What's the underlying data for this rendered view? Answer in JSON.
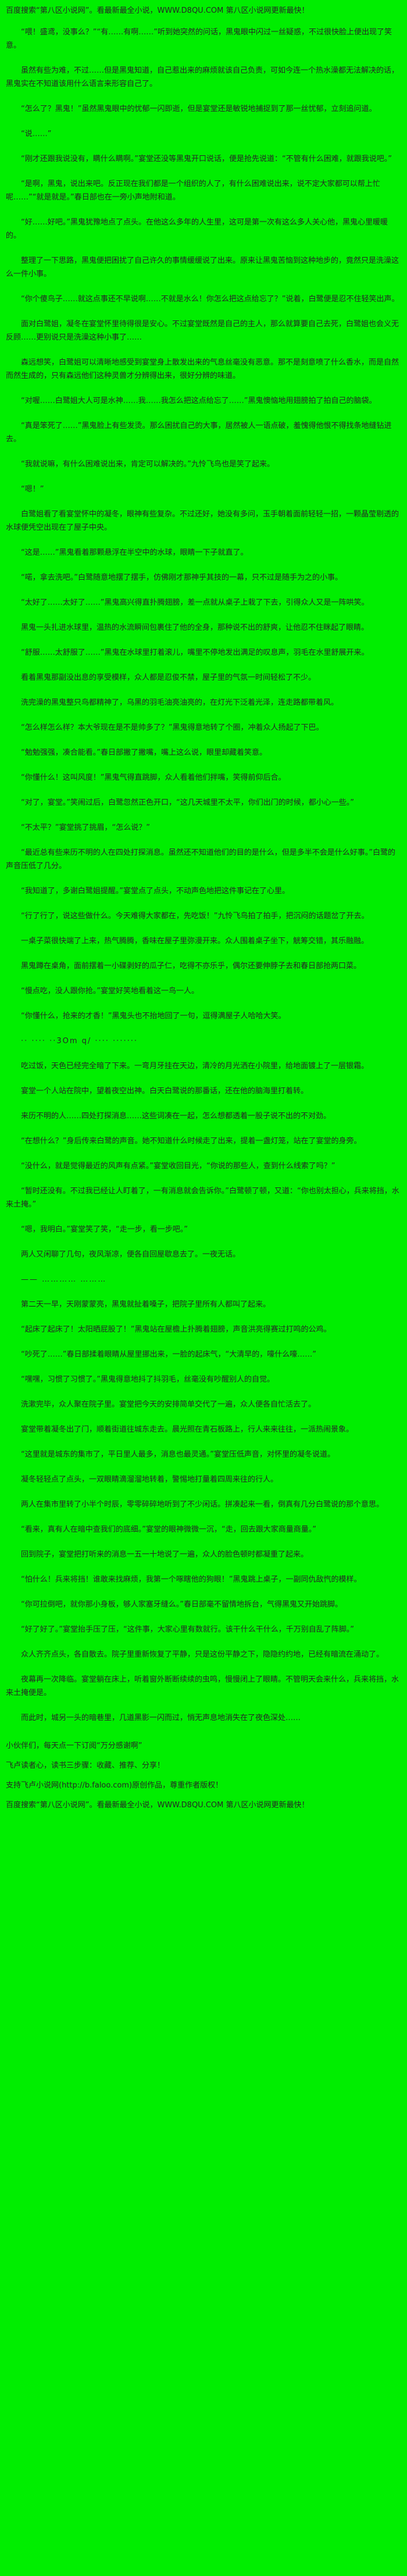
{
  "colors": {
    "background": "#00ee00",
    "text": "#262626"
  },
  "promo": {
    "top": "百度搜索“第八区小说网”。看最新最全小说，WWW.D8QU.COM 第八区小说网更新最快！",
    "bottom": "百度搜索“第八区小说网”。看最新最全小说，WWW.D8QU.COM 第八区小说网更新最快！"
  },
  "paragraphs": [
    {
      "type": "text",
      "text": "“喂！盛鸢，没事么？”“有……有啊……”听到她突然的问话，黑鬼眼中闪过一丝疑惑，不过很快脸上便出现了笑意。"
    },
    {
      "type": "text",
      "text": "虽然有些为难，不过……但是黑鬼知道，自己惹出来的麻烦就该自己负责，可如今连一个热水澡都无法解决的话，黑鬼实在不知道该用什么语言来形容自己了。"
    },
    {
      "type": "text",
      "text": "“怎么了？黑鬼！”虽然黑鬼眼中的忧郁一闪即逝，但是宴堂还是敏锐地捕捉到了那一丝忧郁，立刻追问道。"
    },
    {
      "type": "text",
      "text": "“说……”"
    },
    {
      "type": "text",
      "text": "“刚才还跟我说没有，瞒什么瞒啊。”宴堂还没等黑鬼开口说话，便是抢先说道：“不管有什么困难，就跟我说吧。”"
    },
    {
      "type": "text",
      "text": "“是啊，黑鬼，说出来吧。反正现在我们都是一个组织的人了，有什么困难说出来，说不定大家都可以帮上忙呢……”“就是就是。”春日部也在一旁小声地附和道。"
    },
    {
      "type": "text",
      "text": "“好……好吧。”黑鬼犹豫地点了点头。在他这么多年的人生里，这可是第一次有这么多人关心他，黑鬼心里暖暖的。"
    },
    {
      "type": "text",
      "text": "整理了一下思路，黑鬼便把困扰了自己许久的事情缓缓说了出来。原来让黑鬼苦恼到这种地步的，竟然只是洗澡这么一件小事。"
    },
    {
      "type": "text",
      "text": "“你个傻鸟子……就这点事还不早说啊……不就是水么！你怎么把这点给忘了？”说着，白鹭便是忍不住轻笑出声。"
    },
    {
      "type": "text",
      "text": "面对白鹭姐，凝冬在宴堂怀里待得很是安心。不过宴堂既然是自己的主人，那么就算要自己去死，白鹭姐也会义无反顾……更别说只是洗澡这种小事了……"
    },
    {
      "type": "text",
      "text": "森远想笑，白鹭姐可以清晰地感受到宴堂身上散发出来的气息丝毫没有恶意。那不是刻意喷了什么香水，而是自然而然生成的，只有森远他们这种灵兽才分辨得出来，很好分辨的味道。"
    },
    {
      "type": "text",
      "text": "“对喔……白鹭姐大人可是水神……我……我怎么把这点给忘了……”黑鬼懊恼地用翅膀拍了拍自己的脑袋。"
    },
    {
      "type": "text",
      "text": "“真是笨死了……”黑鬼脸上有些发烫。那么困扰自己的大事，居然被人一语点破，羞愧得他恨不得找条地缝钻进去。"
    },
    {
      "type": "text",
      "text": "“我就说嘛，有什么困难说出来，肯定可以解决的。”九怜飞鸟也是笑了起来。"
    },
    {
      "type": "text",
      "text": "“嗯！”"
    },
    {
      "type": "text",
      "text": "白鹭姐看了看宴堂怀中的凝冬，眼神有些复杂。不过还好，她没有多问，玉手朝着面前轻轻一招，一颗晶莹剔透的水球便凭空出现在了屋子中央。"
    },
    {
      "type": "text",
      "text": "“这是……”黑鬼看着那颗悬浮在半空中的水球，眼睛一下子就直了。"
    },
    {
      "type": "text",
      "text": "“喏，拿去洗吧。”白鹭随意地摆了摆手，仿佛刚才那神乎其技的一幕，只不过是随手为之的小事。"
    },
    {
      "type": "text",
      "text": "“太好了……太好了……”黑鬼高兴得直扑腾翅膀，差一点就从桌子上栽了下去，引得众人又是一阵哄笑。"
    },
    {
      "type": "text",
      "text": "黑鬼一头扎进水球里，温热的水流瞬间包裹住了他的全身，那种说不出的舒爽，让他忍不住眯起了眼睛。"
    },
    {
      "type": "text",
      "text": "“舒服……太舒服了……”黑鬼在水球里打着滚儿，嘴里不停地发出满足的叹息声，羽毛在水里舒展开来。"
    },
    {
      "type": "text",
      "text": "看着黑鬼那副没出息的享受模样，众人都是忍俊不禁，屋子里的气氛一时间轻松了不少。"
    },
    {
      "type": "text",
      "text": "洗完澡的黑鬼整只鸟都精神了，乌黑的羽毛油亮油亮的，在灯光下泛着光泽，连走路都带着风。"
    },
    {
      "type": "text",
      "text": "“怎么样怎么样？本大爷现在是不是帅多了？”黑鬼得意地转了个圈，冲着众人扬起了下巴。"
    },
    {
      "type": "text",
      "text": "“勉勉强强，凑合能看。”春日部撇了撇嘴，嘴上这么说，眼里却藏着笑意。"
    },
    {
      "type": "text",
      "text": "“你懂什么！这叫风度！”黑鬼气得直跳脚，众人看着他们拌嘴，笑得前仰后合。"
    },
    {
      "type": "text",
      "text": "“对了，宴堂。”笑闹过后，白鹭忽然正色开口，“这几天城里不太平，你们出门的时候，都小心一些。”"
    },
    {
      "type": "text",
      "text": "“不太平？”宴堂挑了挑眉，“怎么说？”"
    },
    {
      "type": "text",
      "text": "“最近总有些来历不明的人在四处打探消息。虽然还不知道他们的目的是什么，但是多半不会是什么好事。”白鹭的声音压低了几分。"
    },
    {
      "type": "text",
      "text": "“我知道了，多谢白鹭姐提醒。”宴堂点了点头，不动声色地把这件事记在了心里。"
    },
    {
      "type": "text",
      "text": "“行了行了，说这些做什么。今天难得大家都在，先吃饭！”九怜飞鸟拍了拍手，把沉闷的话题岔了开去。"
    },
    {
      "type": "text",
      "text": "一桌子菜很快端了上来，热气腾腾，香味在屋子里弥漫开来。众人围着桌子坐下，觥筹交错，其乐融融。"
    },
    {
      "type": "text",
      "text": "黑鬼蹲在桌角，面前摆着一小碟剥好的瓜子仁，吃得不亦乐乎，偶尔还要伸脖子去和春日部抢两口菜。"
    },
    {
      "type": "text",
      "text": "“慢点吃，没人跟你抢。”宴堂好笑地看着这一鸟一人。"
    },
    {
      "type": "text",
      "text": "“你懂什么，抢来的才香！”黑鬼头也不抬地回了一句，逗得满屋子人哈哈大笑。"
    },
    {
      "type": "separator",
      "text": "·· ···· ··3Om q/ ···· ·······"
    },
    {
      "type": "text",
      "text": "吃过饭，天色已经完全暗了下来。一弯月牙挂在天边，清冷的月光洒在小院里，给地面镀上了一层银霜。"
    },
    {
      "type": "text",
      "text": "宴堂一个人站在院中，望着夜空出神。白天白鹭说的那番话，还在他的脑海里打着转。"
    },
    {
      "type": "text",
      "text": "来历不明的人……四处打探消息……这些词凑在一起，怎么想都透着一股子说不出的不对劲。"
    },
    {
      "type": "text",
      "text": "“在想什么？”身后传来白鹭的声音。她不知道什么时候走了出来，提着一盏灯笼，站在了宴堂的身旁。"
    },
    {
      "type": "text",
      "text": "“没什么，就是觉得最近的风声有点紧。”宴堂收回目光，“你说的那些人，查到什么线索了吗？”"
    },
    {
      "type": "text",
      "text": "“暂时还没有。不过我已经让人盯着了，一有消息就会告诉你。”白鹭顿了顿，又道：“你也别太担心，兵来将挡，水来土掩。”"
    },
    {
      "type": "text",
      "text": "“嗯，我明白。”宴堂笑了笑，“走一步，看一步吧。”"
    },
    {
      "type": "text",
      "text": "两人又闲聊了几句，夜风渐凉，便各自回屋歇息去了。一夜无话。"
    },
    {
      "type": "separator",
      "text": "—— ………… ………"
    },
    {
      "type": "text",
      "text": "第二天一早，天刚蒙蒙亮，黑鬼就扯着嗓子，把院子里所有人都叫了起来。"
    },
    {
      "type": "text",
      "text": "“起床了起床了！太阳晒屁股了！”黑鬼站在屋檐上扑腾着翅膀，声音洪亮得赛过打鸣的公鸡。"
    },
    {
      "type": "text",
      "text": "“吵死了……”春日部揉着眼睛从屋里挪出来，一脸的起床气，“大清早的，嚎什么嚎……”"
    },
    {
      "type": "text",
      "text": "“嘿嘿，习惯了习惯了。”黑鬼得意地抖了抖羽毛，丝毫没有吵醒别人的自觉。"
    },
    {
      "type": "text",
      "text": "洗漱完毕，众人聚在院子里。宴堂把今天的安排简单交代了一遍，众人便各自忙活去了。"
    },
    {
      "type": "text",
      "text": "宴堂带着凝冬出了门，顺着街道往城东走去。晨光照在青石板路上，行人来来往往，一派热闹景象。"
    },
    {
      "type": "text",
      "text": "“这里就是城东的集市了，平日里人最多，消息也最灵通。”宴堂压低声音，对怀里的凝冬说道。"
    },
    {
      "type": "text",
      "text": "凝冬轻轻点了点头，一双眼睛滴溜溜地转着，警惕地打量着四周来往的行人。"
    },
    {
      "type": "text",
      "text": "两人在集市里转了小半个时辰，零零碎碎地听到了不少闲话。拼凑起来一看，倒真有几分白鹭说的那个意思。"
    },
    {
      "type": "text",
      "text": "“看来，真有人在暗中查我们的底细。”宴堂的眼神微微一沉，“走，回去跟大家商量商量。”"
    },
    {
      "type": "text",
      "text": "回到院子，宴堂把打听来的消息一五一十地说了一遍，众人的脸色顿时都凝重了起来。"
    },
    {
      "type": "text",
      "text": "“怕什么！兵来将挡！谁敢来找麻烦，我第一个啄瞎他的狗眼！”黑鬼跳上桌子，一副同仇敌忾的模样。"
    },
    {
      "type": "text",
      "text": "“你可拉倒吧，就你那小身板，够人家塞牙缝么。”春日部毫不留情地拆台，气得黑鬼又开始跳脚。"
    },
    {
      "type": "text",
      "text": "“好了好了。”宴堂抬手压了压，“这件事，大家心里有数就行。该干什么干什么，千万别自乱了阵脚。”"
    },
    {
      "type": "text",
      "text": "众人齐齐点头，各自散去。院子里重新恢复了平静，只是这份平静之下，隐隐约约地，已经有暗流在涌动了。"
    },
    {
      "type": "text",
      "text": "夜幕再一次降临。宴堂躺在床上，听着窗外断断续续的虫鸣，慢慢闭上了眼睛。不管明天会来什么，兵来将挡，水来土掩便是。"
    },
    {
      "type": "text",
      "text": "而此时，城另一头的暗巷里，几道黑影一闪而过，悄无声息地消失在了夜色深处……"
    }
  ],
  "footer": {
    "note": "小伙伴们，每天点一下订阅“万分感谢啊”",
    "steps": "飞卢读者心，读书三步骤：收藏、推荐、分享！",
    "copyright": "支持飞卢小说网(http://b.faloo.com)原创作品，尊重作者版权！"
  }
}
